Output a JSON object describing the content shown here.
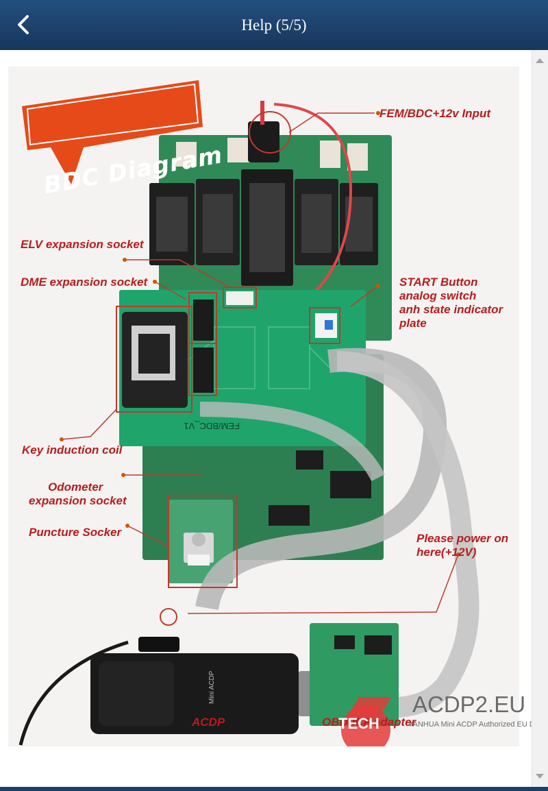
{
  "header": {
    "title": "Help (5/5)",
    "back_icon": "chevron-left-icon"
  },
  "diagram": {
    "badge": "BDC Diagram",
    "labels": {
      "fem_input": "FEM/BDC+12v Input",
      "elv_socket": "ELV expansion socket",
      "dme_socket": "DME expansion socket",
      "start_button_1": "START Button",
      "start_button_2": "analog switch",
      "start_button_3": "anh state indicator",
      "start_button_4": "plate",
      "key_coil": "Key induction coil",
      "odometer_1": "Odometer",
      "odometer_2": "expansion socket",
      "puncture": "Puncture Socker",
      "power_1": "Please power on",
      "power_2": "here(+12V)",
      "acdp": "ACDP",
      "obd_adapter": "OBD-ICP adapter"
    },
    "board_text": "FEM/BDC_V1",
    "device_text": "Mini ACDP",
    "watermark": {
      "brand": "ACDP2.EU",
      "tagline": "YANHUA Mini ACDP Authorized EU Dealer",
      "logo_text": "TECH"
    }
  },
  "colors": {
    "header_bg": "#1f4673",
    "label_red": "#b81c1c",
    "board_green": "#2f9a62",
    "badge_orange": "#e64a19"
  }
}
